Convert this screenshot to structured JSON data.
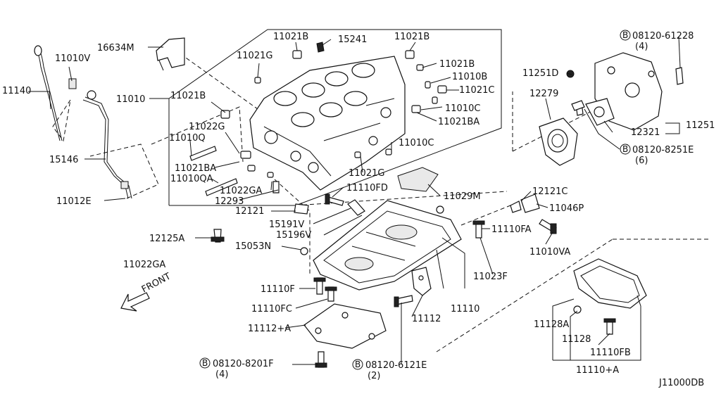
{
  "diagram_code": "J11000DB",
  "front_label": "FRONT",
  "parts": {
    "p11140": "11140",
    "p11010V": "11010V",
    "p16634M": "16634M",
    "p11021B_1": "11021B",
    "p15241": "15241",
    "p11021B_2": "11021B",
    "p11021G_1": "11021G",
    "p11021B_3": "11021B",
    "p11010": "11010",
    "p11021B_4": "11021B",
    "p11010B": "11010B",
    "p11021C": "11021C",
    "p11010C": "11010C",
    "p11021BA_1": "11021BA",
    "p11022G": "11022G",
    "p11010Q": "11010Q",
    "p15146": "15146",
    "p11021BA_2": "11021BA",
    "p11010QA": "11010QA",
    "p11022GA_1": "11022GA",
    "p12293": "12293",
    "p11012E": "11012E",
    "p11010C_2": "11010C",
    "p11021G_2": "11021G",
    "p11110FD": "11110FD",
    "p11029M": "11029M",
    "p12121": "12121",
    "p15191V": "15191V",
    "p15196V": "15196V",
    "p12125A": "12125A",
    "p15053N": "15053N",
    "p11022GA_2": "11022GA",
    "p11110F": "11110F",
    "p11110FC": "11110FC",
    "p11112A": "11112+A",
    "p11112": "11112",
    "p11110": "11110",
    "p11023F": "11023F",
    "p11110FA": "11110FA",
    "p11010VA": "11010VA",
    "p12121C": "12121C",
    "p11046P": "11046P",
    "p08120_61228": "08120-61228",
    "p08120_61228_qty": "(4)",
    "p11251D": "11251D",
    "p12279": "12279",
    "p11251": "11251",
    "p12321": "12321",
    "p08120_8251E": "08120-8251E",
    "p08120_8251E_qty": "(6)",
    "p08120_8201F": "08120-8201F",
    "p08120_8201F_qty": "(4)",
    "p08120_6121E": "08120-6121E",
    "p08120_6121E_qty": "(2)",
    "p11128A": "11128A",
    "p11128": "11128",
    "p11110FB": "11110FB",
    "p11110A": "11110+A"
  },
  "bolt_marker": "B"
}
